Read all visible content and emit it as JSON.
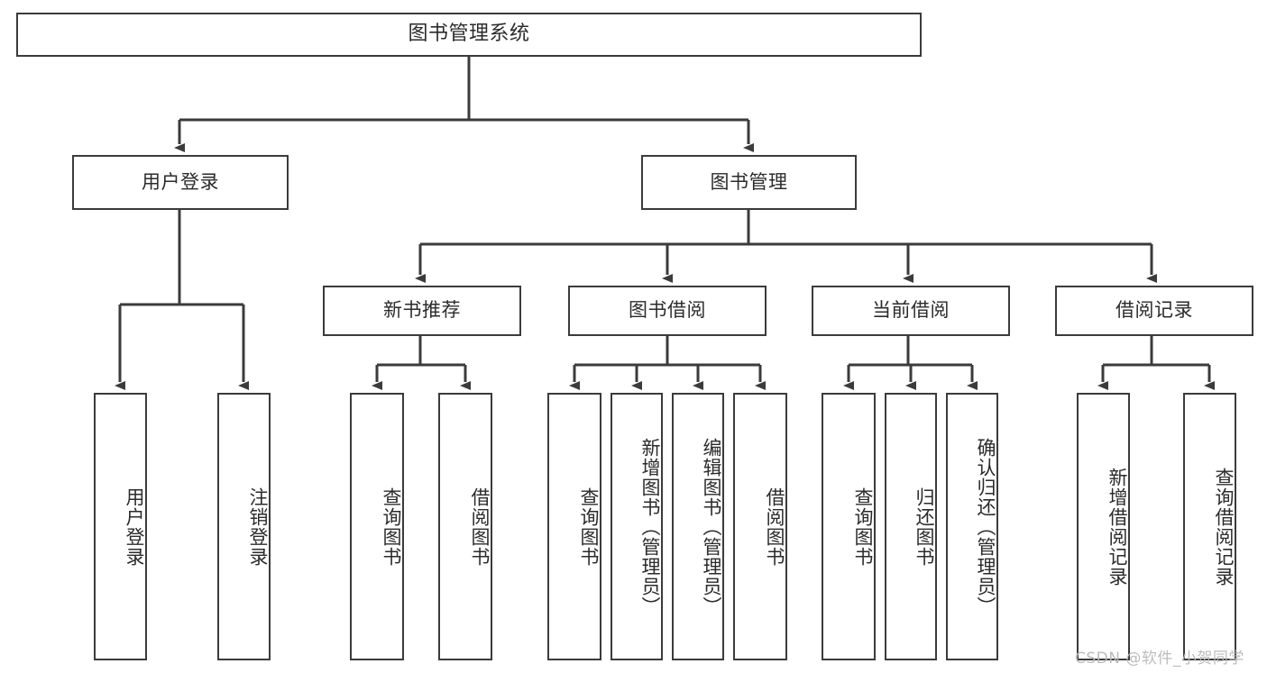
{
  "diagram": {
    "type": "tree",
    "title": "图书管理系统",
    "orientation": "top-down",
    "colors": {
      "background": "#ffffff",
      "node_border": "#3b3b3b",
      "node_fill": "#ffffff",
      "text": "#2b2b2b",
      "connector": "#3b3b3b",
      "watermark": "#b9b9b9"
    },
    "root": {
      "label": "图书管理系统"
    },
    "level1": [
      {
        "label": "用户登录"
      },
      {
        "label": "图书管理"
      }
    ],
    "level2": [
      {
        "label": "新书推荐"
      },
      {
        "label": "图书借阅"
      },
      {
        "label": "当前借阅"
      },
      {
        "label": "借阅记录"
      }
    ],
    "leaves": {
      "user_login": [
        {
          "label": "用户登录"
        },
        {
          "label": "注销登录"
        }
      ],
      "new_book_recommend": [
        {
          "label": "查询图书"
        },
        {
          "label": "借阅图书"
        }
      ],
      "book_borrow": [
        {
          "label": "查询图书"
        },
        {
          "label": "新增图书（管理员）"
        },
        {
          "label": "编辑图书（管理员）"
        },
        {
          "label": "借阅图书"
        }
      ],
      "current_borrow": [
        {
          "label": "查询图书"
        },
        {
          "label": "归还图书"
        },
        {
          "label": "确认归还（管理员）"
        }
      ],
      "borrow_record": [
        {
          "label": "新增借阅记录"
        },
        {
          "label": "查询借阅记录"
        }
      ]
    }
  },
  "watermark": {
    "text": "CSDN @软件_小贺同学"
  }
}
